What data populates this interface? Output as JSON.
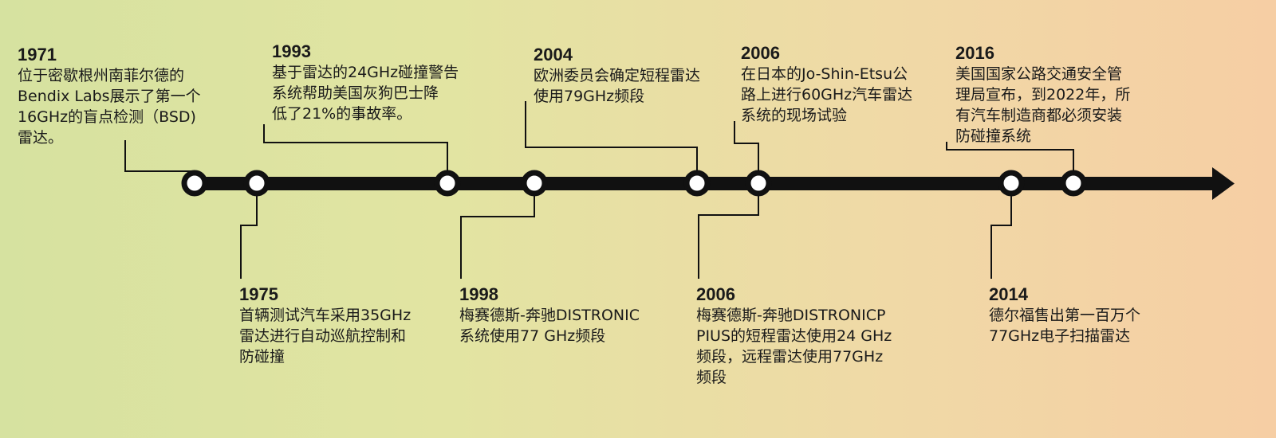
{
  "events": [
    {
      "year": "1971",
      "lines": [
        "位于密歇根州南菲尔德的",
        "Bendix Labs展示了第一个",
        "16GHz的盲点检测（BSD)",
        "雷达。"
      ]
    },
    {
      "year": "1993",
      "lines": [
        "基于雷达的24GHz碰撞警告",
        "系统帮助美国灰狗巴士降",
        "低了21%的事故率。"
      ]
    },
    {
      "year": "2004",
      "lines": [
        "欧洲委员会确定短程雷达",
        "使用79GHz频段"
      ]
    },
    {
      "year": "2006",
      "lines": [
        "在日本的Jo-Shin-Etsu公",
        "路上进行60GHz汽车雷达",
        "系统的现场试验"
      ]
    },
    {
      "year": "2016",
      "lines": [
        "美国国家公路交通安全管",
        "理局宣布，到2022年，所",
        "有汽车制造商都必须安装",
        "防碰撞系统"
      ]
    },
    {
      "year": "1975",
      "lines": [
        "首辆测试汽车采用35GHz",
        "雷达进行自动巡航控制和",
        "防碰撞"
      ]
    },
    {
      "year": "1998",
      "lines": [
        "梅赛德斯-奔驰DISTRONIC",
        "系统使用77 GHz频段"
      ]
    },
    {
      "year": "2006",
      "lines": [
        "梅赛德斯-奔驰DISTRONICP",
        "PIUS的短程雷达使用24 GHz",
        "频段，远程雷达使用77GHz",
        "频段"
      ]
    },
    {
      "year": "2014",
      "lines": [
        "德尔福售出第一百万个",
        "77GHz电子扫描雷达"
      ]
    }
  ]
}
